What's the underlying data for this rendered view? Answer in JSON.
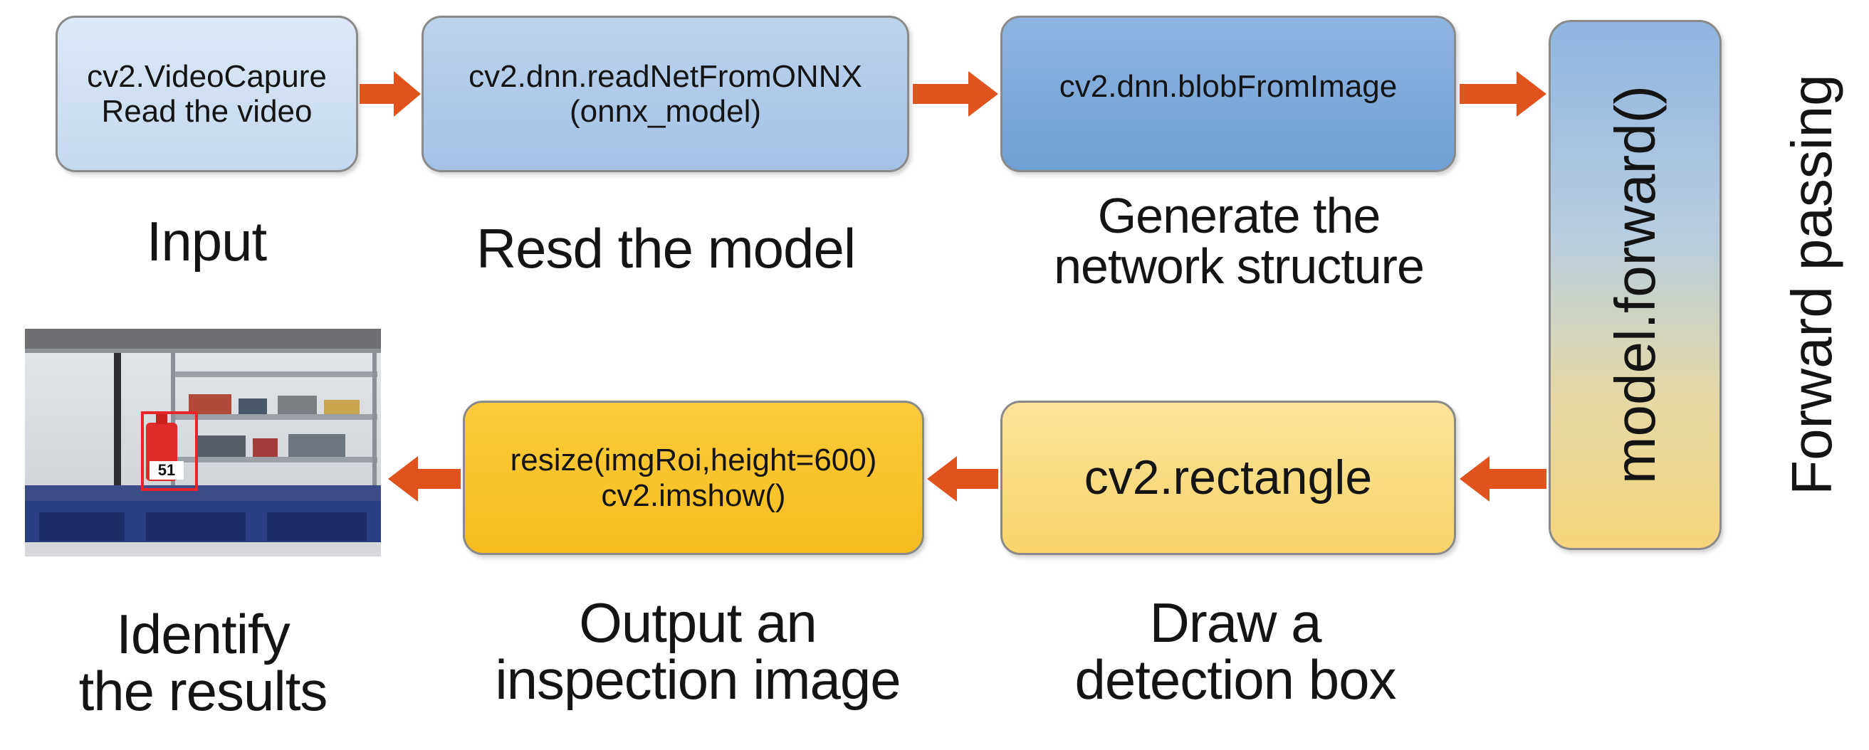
{
  "boxes": {
    "video_capture": {
      "line1": "cv2.VideoCapure",
      "line2": "Read the video"
    },
    "read_net": {
      "line1": "cv2.dnn.readNetFromONNX",
      "line2": "(onnx_model)"
    },
    "blob": {
      "line1": "cv2.dnn.blobFromImage"
    },
    "forward": {
      "label": "model.forward()"
    },
    "rectangle": {
      "label": "cv2.rectangle"
    },
    "resize_show": {
      "line1": "resize(imgRoi,height=600)",
      "line2": "cv2.imshow()"
    }
  },
  "side_label": "Forward passing",
  "captions": {
    "input": "Input",
    "read_model": "Resd the model",
    "generate": {
      "line1": "Generate the",
      "line2": "network structure"
    },
    "draw": {
      "line1": "Draw a",
      "line2": "detection box"
    },
    "output": {
      "line1": "Output an",
      "line2": "inspection image"
    },
    "identify": {
      "line1": "Identify",
      "line2": "the results"
    }
  },
  "result_image": {
    "detection_label": "51"
  },
  "colors": {
    "arrow": "#e0531c",
    "detection_box": "#e8262a",
    "blue_box_light": "#dde9f6",
    "blue_box_dark": "#6f9fd5",
    "yellow_box_light": "#fbe39a",
    "yellow_box_dark": "#f6bc1e"
  }
}
